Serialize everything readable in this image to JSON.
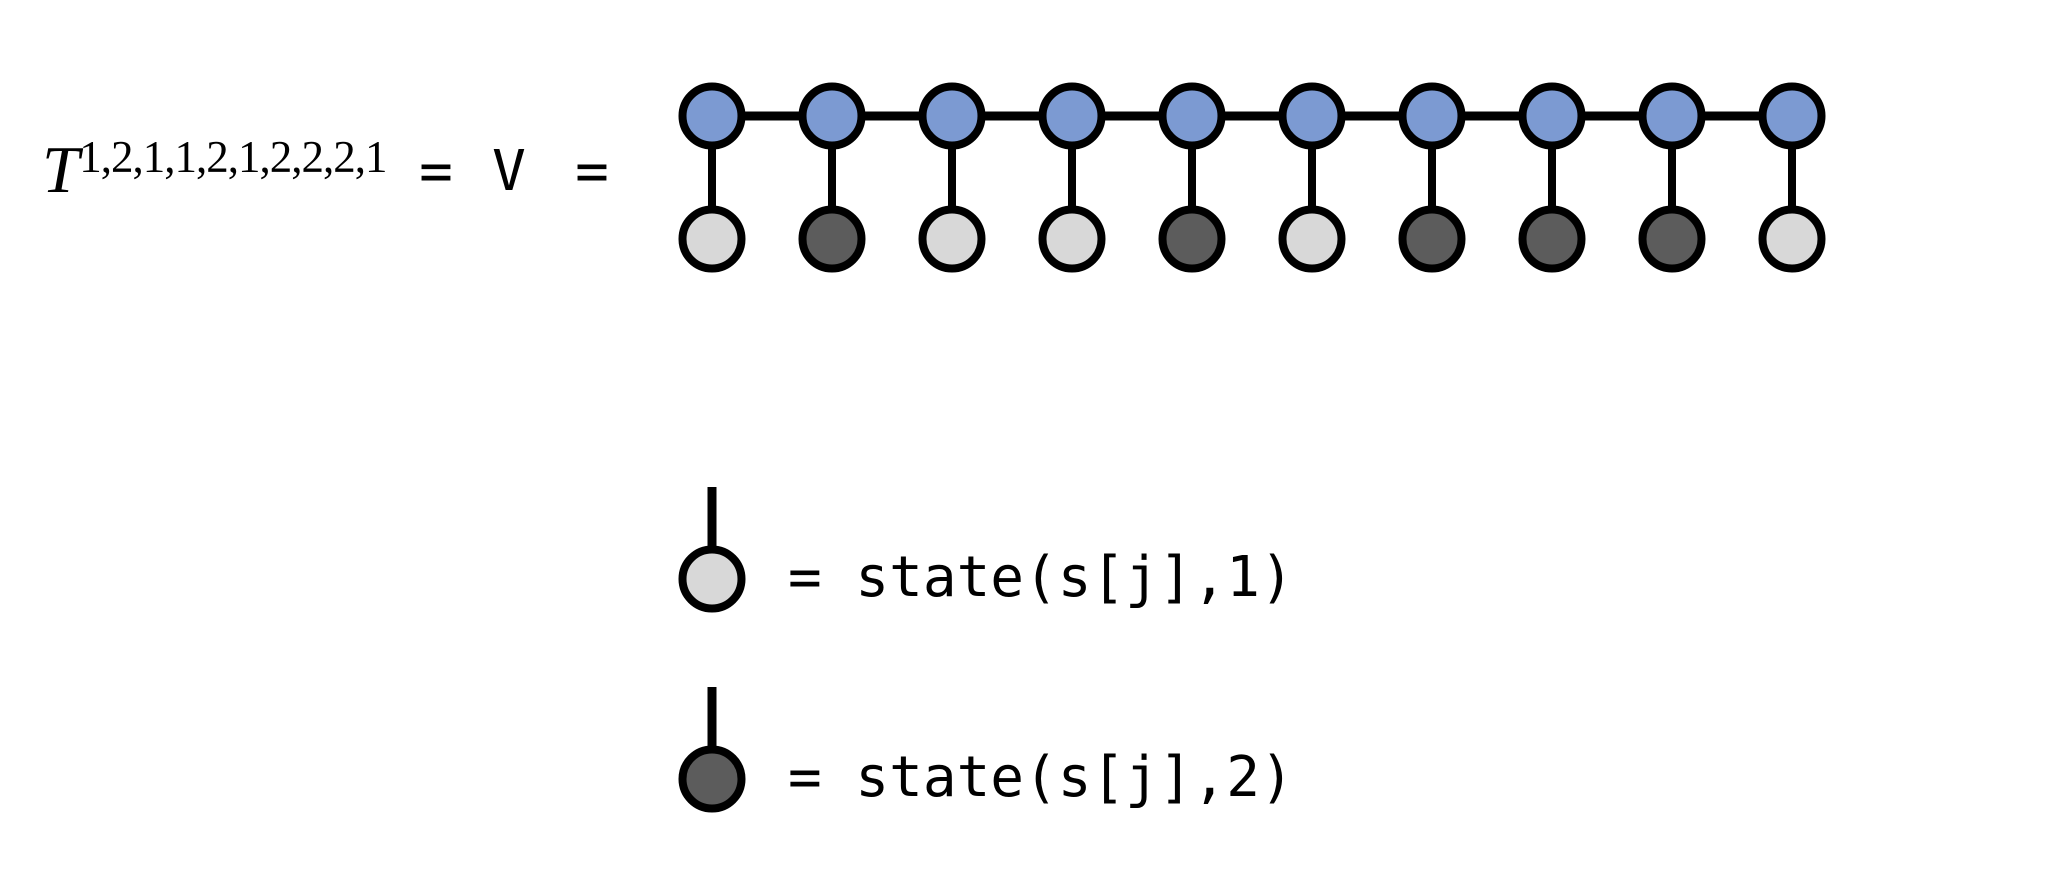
{
  "figure": {
    "background": "#FFFFFF"
  },
  "formula": {
    "tensor_symbol": "T",
    "superscript": "1,2,1,1,2,1,2,2,2,1",
    "equals_left": "=",
    "middle_symbol": "V",
    "equals_right": "="
  },
  "diagram": {
    "type": "tensor-network",
    "site_states": [
      1,
      2,
      1,
      1,
      2,
      1,
      2,
      2,
      2,
      1
    ],
    "colors": {
      "tensor_fill": "#7C9AD2",
      "state1_fill": "#D8D8D8",
      "state2_fill": "#5C5C5C",
      "stroke": "#000000"
    }
  },
  "legend": {
    "items": [
      {
        "state": 1,
        "label": "= state(s[j],1)"
      },
      {
        "state": 2,
        "label": "= state(s[j],2)"
      }
    ]
  }
}
